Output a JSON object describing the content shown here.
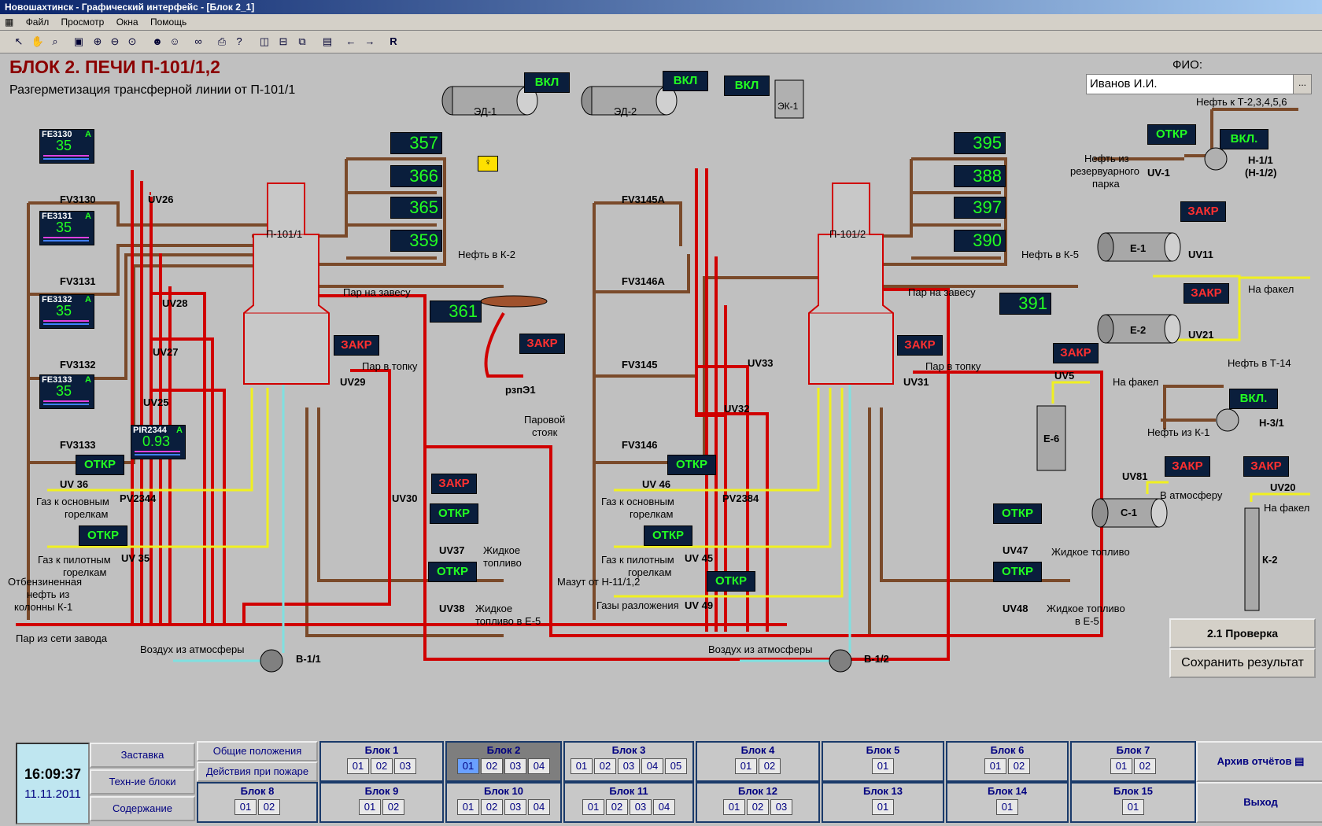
{
  "window": {
    "title": "Новошахтинск - Графический интерфейс - [Блок 2_1]"
  },
  "menu": [
    "Файл",
    "Просмотр",
    "Окна",
    "Помощь"
  ],
  "toolbar_icons": [
    "pointer-icon",
    "hand-icon",
    "zoom-icon",
    "actual-size-icon",
    "zoom-in-icon",
    "zoom-out-icon",
    "zoom-fit-icon",
    "users-icon",
    "user-icon",
    "binoculars-icon",
    "print-icon",
    "help-icon",
    "layout1-icon",
    "layout2-icon",
    "layout3-icon",
    "window-icon",
    "back-icon",
    "forward-icon",
    "r-icon"
  ],
  "toolbar_r": "R",
  "header": {
    "title": "БЛОК 2. ПЕЧИ П-101/1,2",
    "subtitle": "Разгерметизация трансферной линии от  П-101/1"
  },
  "fio": {
    "label": "ФИО:",
    "value": "Иванов И.И.",
    "button": "..."
  },
  "status": {
    "on": "ВКЛ",
    "open": "ОТКР",
    "closed": "ЗАКР",
    "on2": "ВКЛ."
  },
  "top": {
    "ed1": "ЭД-1",
    "ed2": "ЭД-2",
    "ek1": "ЭК-1"
  },
  "left": {
    "fe": [
      {
        "name": "FE3130",
        "a": "A",
        "value": "35"
      },
      {
        "name": "FE3131",
        "a": "A",
        "value": "35"
      },
      {
        "name": "FE3132",
        "a": "A",
        "value": "35"
      },
      {
        "name": "FE3133",
        "a": "A",
        "value": "35"
      }
    ],
    "pir": {
      "name": "PIR2344",
      "a": "A",
      "value": "0.93"
    },
    "valves": [
      "FV3130",
      "FV3131",
      "FV3132",
      "FV3133",
      "UV26",
      "UV28",
      "UV27",
      "UV25",
      "UV29",
      "UV 36",
      "PV2344",
      "UV 35",
      "UV30",
      "UV37",
      "UV38"
    ],
    "furnace": "П-101/1",
    "temps": [
      "357",
      "366",
      "365",
      "359"
    ],
    "temp_out": "361",
    "labels": {
      "gas_main": "Газ к основным",
      "gas_main2": "горелкам",
      "gas_pilot": "Газ к пилотным",
      "gas_pilot2": "горелкам",
      "oil1": "Отбензиненная",
      "oil2": "нефть из",
      "oil3": "колонны К-1",
      "steam_plant": "Пар из сети завода",
      "air": "Воздух из атмосферы",
      "fan": "В-1/1",
      "oil_k2": "Нефть в К-2",
      "steam_curtain": "Пар на завесу",
      "steam_firebox": "Пар в топку",
      "liq_fuel1": "Жидкое",
      "liq_fuel2": "топливо",
      "liq_fuel_e5_1": "Жидкое",
      "liq_fuel_e5_2": "топливо в Е-5",
      "rze": "рзпЭ1",
      "riser1": "Паровой",
      "riser2": "стояк"
    }
  },
  "right": {
    "valves": [
      "FV3145A",
      "FV3146A",
      "FV3145",
      "FV3146",
      "UV33",
      "UV32",
      "UV31",
      "UV 46",
      "PV2384",
      "UV 45",
      "UV 49",
      "UV47",
      "UV48"
    ],
    "furnace": "П-101/2",
    "temps": [
      "395",
      "388",
      "397",
      "390"
    ],
    "temp_out": "391",
    "labels": {
      "gas_main": "Газ к основным",
      "gas_main2": "горелкам",
      "gas_pilot": "Газ к пилотным",
      "gas_pilot2": "горелкам",
      "mazut": "Мазут от Н-11/1,2",
      "gas_decomp": "Газы разложения",
      "air": "Воздух из атмосферы",
      "fan": "В-1/2",
      "oil_k5": "Нефть в К-5",
      "steam_curtain": "Пар на завесу",
      "steam_firebox": "Пар в топку",
      "liq_fuel": "Жидкое топливо",
      "liq_fuel_e5_1": "Жидкое топливо",
      "liq_fuel_e5_2": "в Е-5"
    }
  },
  "far_right": {
    "oil_t": "Нефть к Т-2,3,4,5,6",
    "oil_res1": "Нефть из",
    "oil_res2": "резервуарного",
    "oil_res3": "парка",
    "uv1": "UV-1",
    "pump1a": "Н-1/1",
    "pump1b": "(Н-1/2)",
    "e1": "Е-1",
    "uv11": "UV11",
    "e2": "Е-2",
    "uv21": "UV21",
    "flare": "На факел",
    "uv5": "UV5",
    "flare2": "На факел",
    "e6": "Е-6",
    "oil_t14": "Нефть в Т-14",
    "oil_k1": "Нефть из К-1",
    "pump3": "Н-3/1",
    "uv81": "UV81",
    "atm": "В атмосферу",
    "c1": "С-1",
    "uv20": "UV20",
    "flare3": "На факел",
    "k2": "К-2",
    "check": "2.1 Проверка",
    "save": "Сохранить результат"
  },
  "footer": {
    "time": "16:09:37",
    "date": "11.11.2011",
    "left_buttons": [
      "Заставка",
      "Техн-ие блоки",
      "Содержание"
    ],
    "general": "Общие положения",
    "fire": "Действия при пожаре",
    "archive": "Архив отчётов",
    "exit": "Выход",
    "blocks_top": [
      {
        "title": "Блок 1",
        "items": [
          "01",
          "02",
          "03"
        ]
      },
      {
        "title": "Блок 2",
        "items": [
          "01",
          "02",
          "03",
          "04"
        ]
      },
      {
        "title": "Блок 3",
        "items": [
          "01",
          "02",
          "03",
          "04",
          "05"
        ]
      },
      {
        "title": "Блок 4",
        "items": [
          "01",
          "02"
        ]
      },
      {
        "title": "Блок 5",
        "items": [
          "01"
        ]
      },
      {
        "title": "Блок 6",
        "items": [
          "01",
          "02"
        ]
      },
      {
        "title": "Блок 7",
        "items": [
          "01",
          "02"
        ]
      }
    ],
    "blocks_bottom": [
      {
        "title": "Блок 8",
        "items": [
          "01",
          "02"
        ]
      },
      {
        "title": "Блок 9",
        "items": [
          "01",
          "02"
        ]
      },
      {
        "title": "Блок 10",
        "items": [
          "01",
          "02",
          "03",
          "04"
        ]
      },
      {
        "title": "Блок 11",
        "items": [
          "01",
          "02",
          "03",
          "04"
        ]
      },
      {
        "title": "Блок 12",
        "items": [
          "01",
          "02",
          "03"
        ]
      },
      {
        "title": "Блок 13",
        "items": [
          "01"
        ]
      },
      {
        "title": "Блок 14",
        "items": [
          "01"
        ]
      },
      {
        "title": "Блок 15",
        "items": [
          "01"
        ]
      }
    ]
  },
  "colors": {
    "steam": "#d00000",
    "oil": "#7a4a2a",
    "gas": "#f0f020",
    "air": "#80e0e0",
    "display": "#0a1e3c",
    "ok": "#22ff22",
    "alarm": "#ff3030"
  }
}
